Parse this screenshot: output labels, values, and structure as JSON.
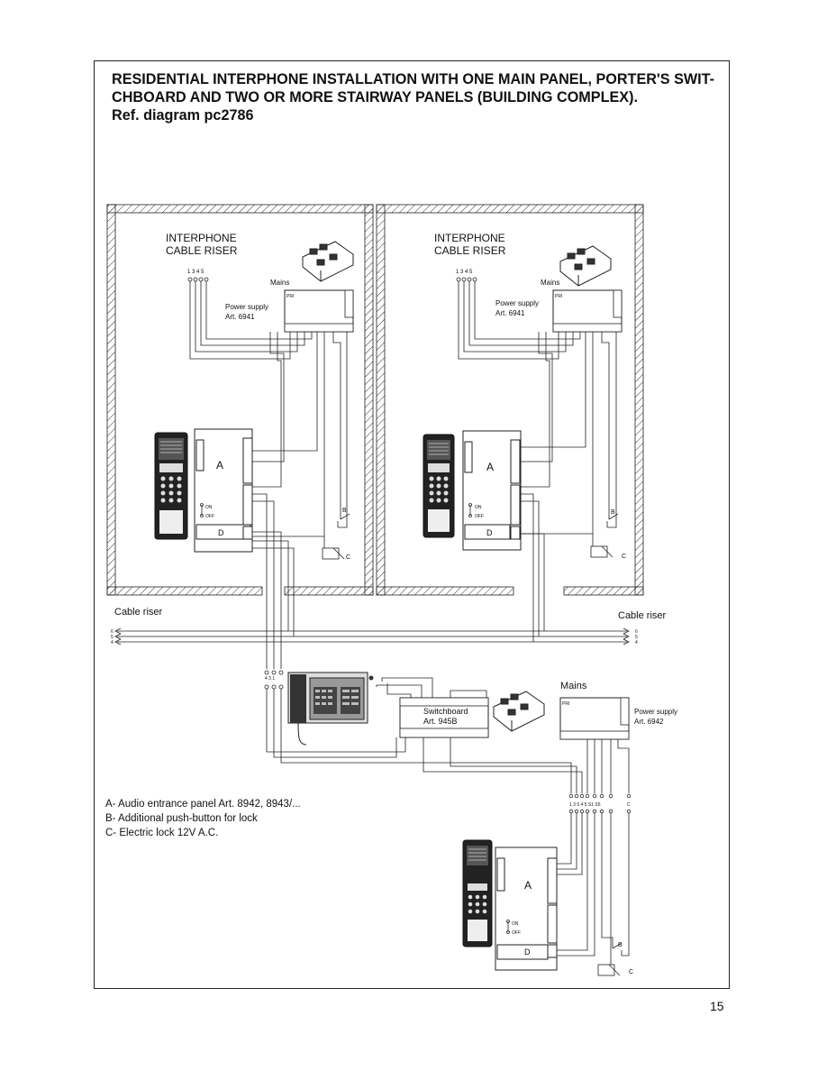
{
  "title": {
    "line1": "RESIDENTIAL INTERPHONE INSTALLATION WITH ONE MAIN PANEL, PORTER'S SWIT-",
    "line2": "CHBOARD AND TWO OR MORE STAIRWAY PANELS (BUILDING COMPLEX).",
    "line3": "Ref. diagram pc2786"
  },
  "riser_labels": {
    "left_line1": "INTERPHONE",
    "left_line2": "CABLE RISER",
    "right_line1": "INTERPHONE",
    "right_line2": "CABLE RISER"
  },
  "labels": {
    "mains": "Mains",
    "power_supply": "Power supply",
    "art_6941": "Art. 6941",
    "art_6942": "Art. 6942",
    "switchboard": "Switchboard",
    "art_945b": "Art. 945B",
    "panel_a": "A",
    "panel_d": "D",
    "on": "ON",
    "off": "OFF",
    "b": "B",
    "c": "C",
    "cable_riser_left": "Cable riser",
    "cable_riser_right": "Cable riser",
    "riser_terminals": "1 3 4 5",
    "bus_6": "6",
    "bus_5": "5",
    "bus_4": "4",
    "switch_terminals": "4 3 1",
    "bottom_terminals": "1 3 5 4 5 S1 S5",
    "bottom_c": "C",
    "prs": "PRI"
  },
  "legend": {
    "a": "A-  Audio entrance panel Art. 8942, 8943/...",
    "b": "B-  Additional push-button for lock",
    "c": "C-  Electric lock 12V A.C."
  },
  "page_number": "15"
}
